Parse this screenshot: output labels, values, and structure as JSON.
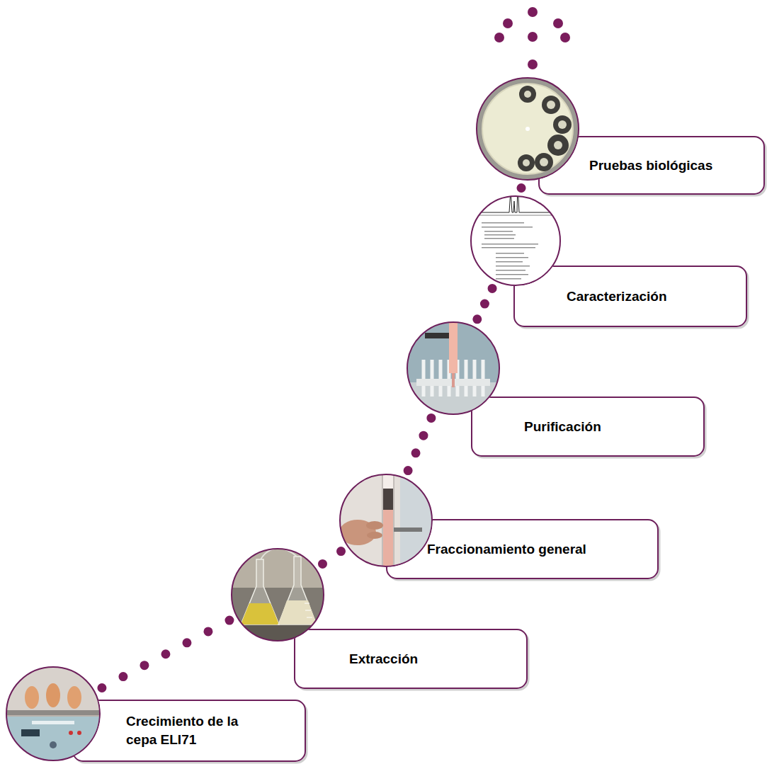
{
  "diagram": {
    "nodes": [
      {
        "text": [
          "Crecimiento de la cepa ELI71"
        ]
      },
      {
        "text": [
          "Extracción"
        ]
      },
      {
        "text": [
          "Fraccionamiento general"
        ]
      },
      {
        "text": [
          "Purificación"
        ]
      },
      {
        "text": [
          "Caracterización"
        ]
      },
      {
        "text": [
          "Pruebas biológicas"
        ]
      }
    ],
    "edges": [
      {
        "from": 0,
        "to": 1,
        "arrow": "none"
      },
      {
        "from": 1,
        "to": 2,
        "arrow": "none"
      },
      {
        "from": 2,
        "to": 3,
        "arrow": "none"
      },
      {
        "from": 3,
        "to": 4,
        "arrow": "none"
      },
      {
        "from": 4,
        "to": 5,
        "arrow": "none"
      }
    ]
  }
}
